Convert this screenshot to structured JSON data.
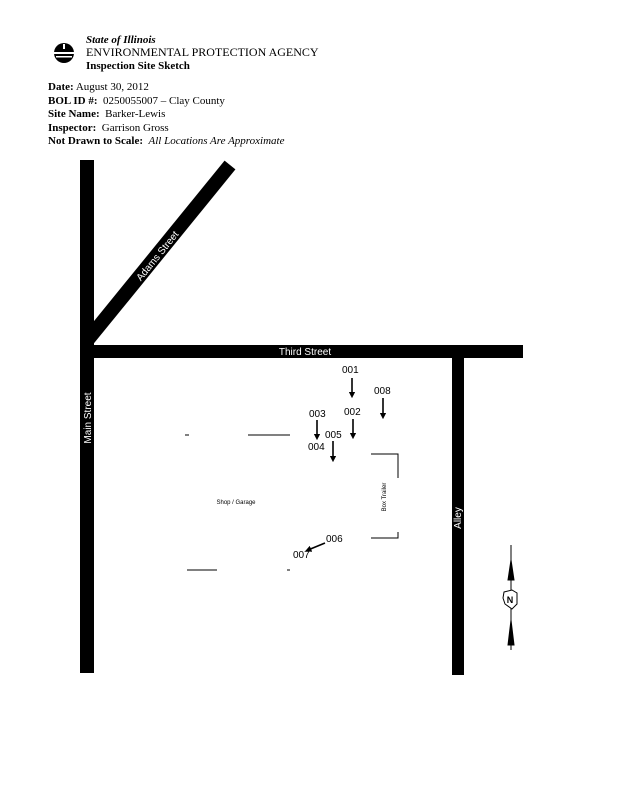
{
  "header": {
    "state": "State of Illinois",
    "agency": "ENVIRONMENTAL PROTECTION AGENCY",
    "doc_title": "Inspection Site Sketch"
  },
  "info": {
    "date_label": "Date:",
    "date": "August 30, 2012",
    "bol_label": "BOL ID #:",
    "bol": "0250055007 – Clay County",
    "site_label": "Site Name:",
    "site": "Barker-Lewis",
    "inspector_label": "Inspector:",
    "inspector": "Garrison Gross",
    "scale_label": "Not Drawn to Scale:",
    "scale": "All Locations Are Approximate"
  },
  "map": {
    "streets": {
      "main": "Main Street",
      "third": "Third Street",
      "adams": "Adams Street",
      "alley": "Alley"
    },
    "buildings": {
      "shop": "Shop / Garage",
      "trailer": "Box Trailer"
    },
    "photos": [
      "001",
      "002",
      "003",
      "004",
      "005",
      "006",
      "007",
      "008"
    ],
    "north": "N"
  }
}
